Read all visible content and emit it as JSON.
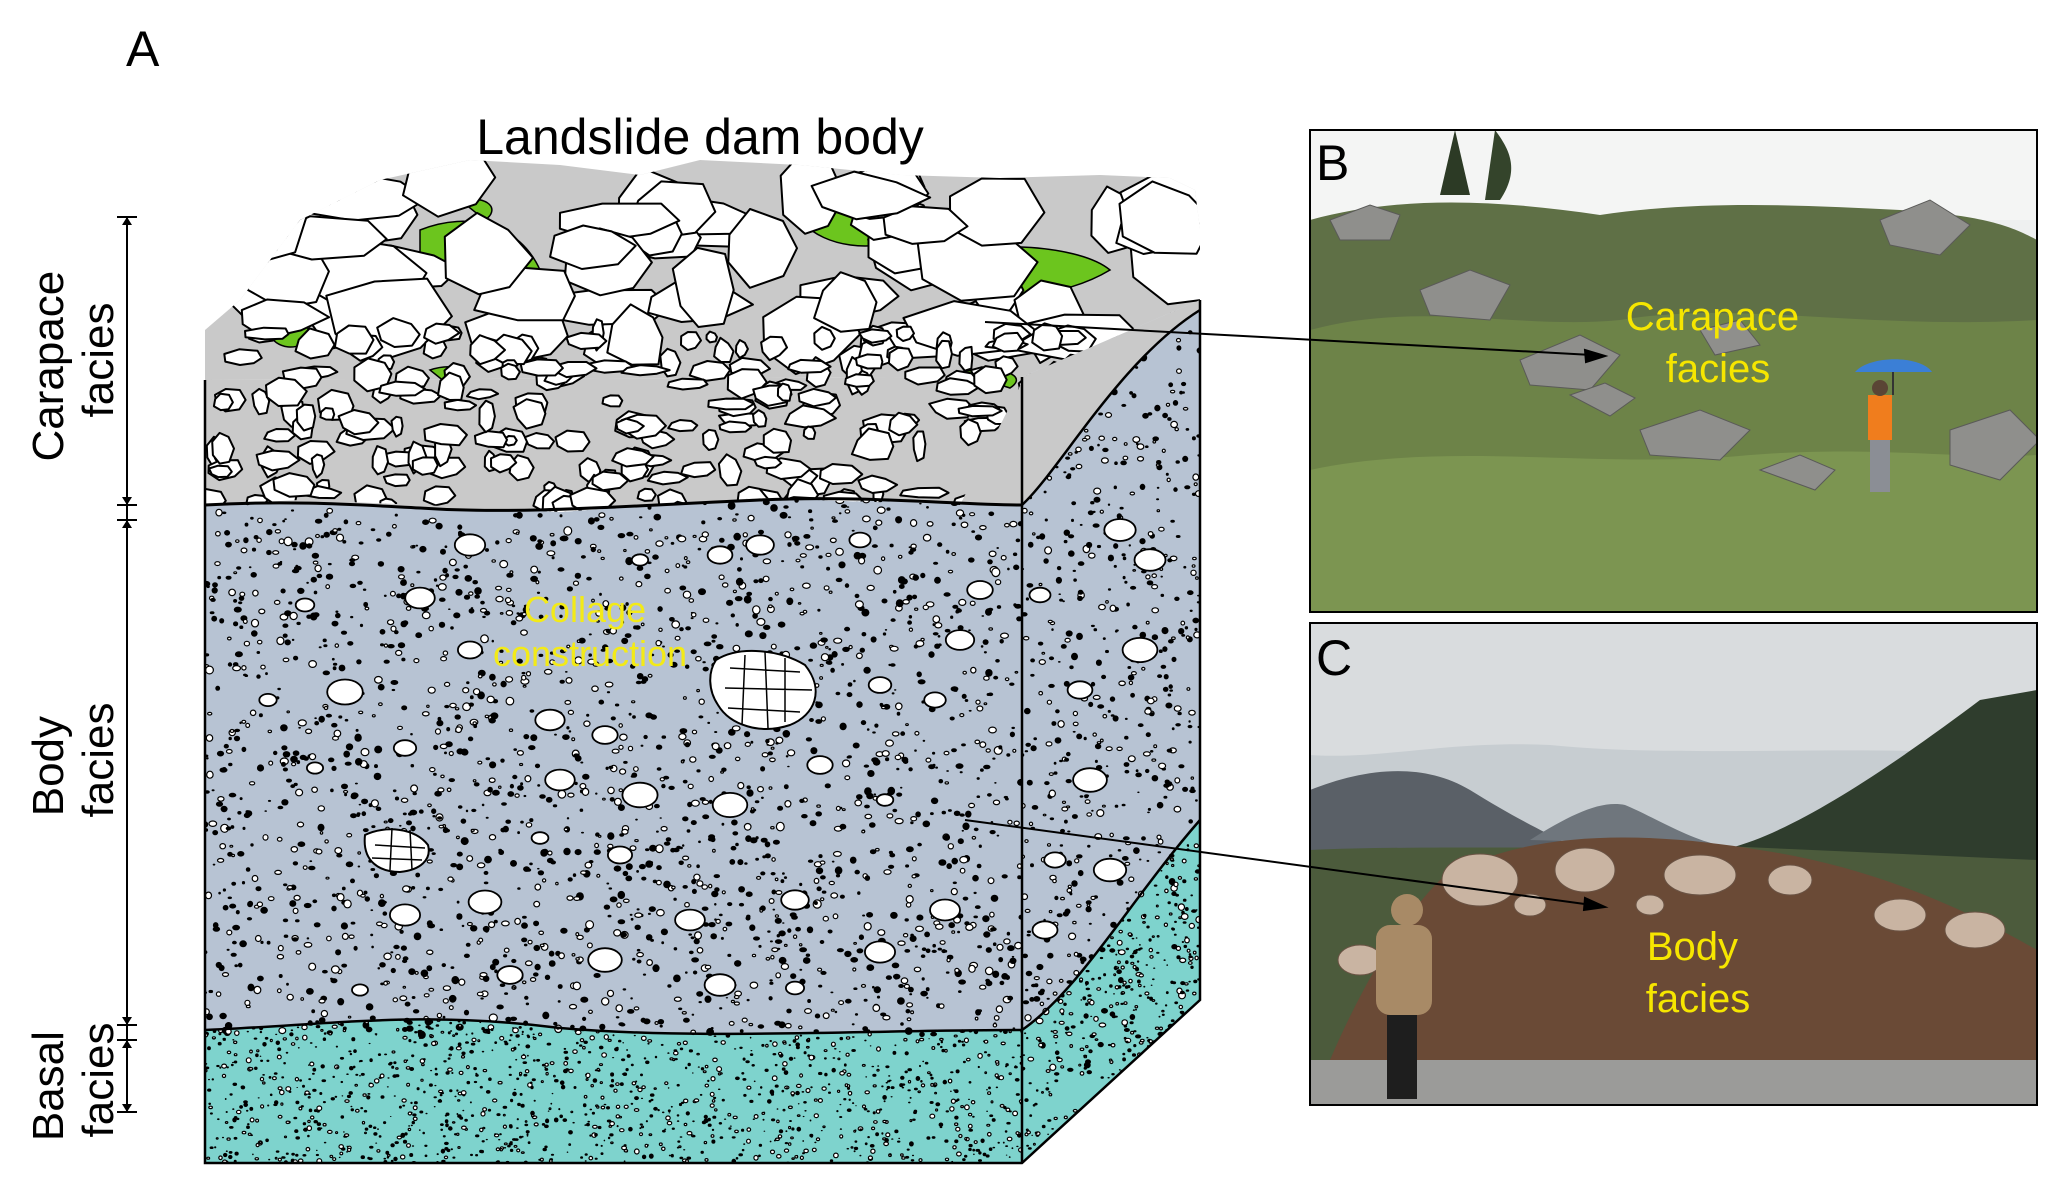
{
  "panels": {
    "a": {
      "letter": "A",
      "title": "Landslide dam body",
      "label": "Collage construction",
      "label_lines": [
        "Collage",
        "construction"
      ]
    },
    "b": {
      "letter": "B",
      "label_lines": [
        "Carapace",
        "facies"
      ]
    },
    "c": {
      "letter": "C",
      "label_lines": [
        "Body",
        "facies"
      ]
    }
  },
  "facies_scale": {
    "carapace": [
      "Carapace",
      "facies"
    ],
    "body": [
      "Body",
      "facies"
    ],
    "basal": [
      "Basal",
      "facies"
    ]
  },
  "colors": {
    "carapace_matrix": "#c9c9c9",
    "vegetation_green": "#6cc51e",
    "body_fill": "#b7c3d3",
    "basal_fill": "#7ed3cd",
    "photo_label_yellow": "#f6e600",
    "collage_label_yellow": "#f3ea17"
  }
}
